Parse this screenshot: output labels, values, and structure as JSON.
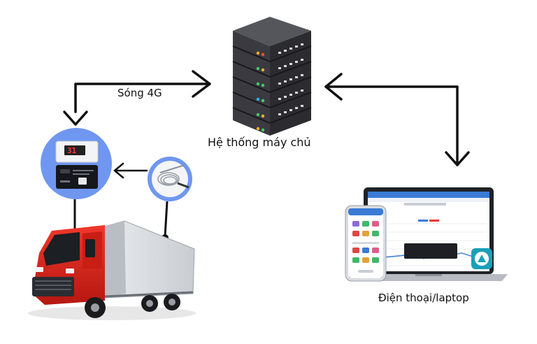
{
  "labels": {
    "signal": "Sóng 4G",
    "server": "Hệ thống máy chủ",
    "device": "Điện thoại/laptop"
  },
  "thermometer": {
    "display_value": "31"
  },
  "colors": {
    "arrow": "#111111",
    "device_circle": "#6f97f0",
    "sensor_circle": "#6f97f0",
    "truck_cab": "#e0261b",
    "server_body": "#3c3c42"
  },
  "icons": {
    "server": "server-rack-icon",
    "thermometer": "temperature-logger-icon",
    "sensor": "temperature-probe-icon",
    "truck": "refrigerated-truck-icon",
    "laptop": "laptop-icon",
    "phone": "smartphone-icon"
  }
}
